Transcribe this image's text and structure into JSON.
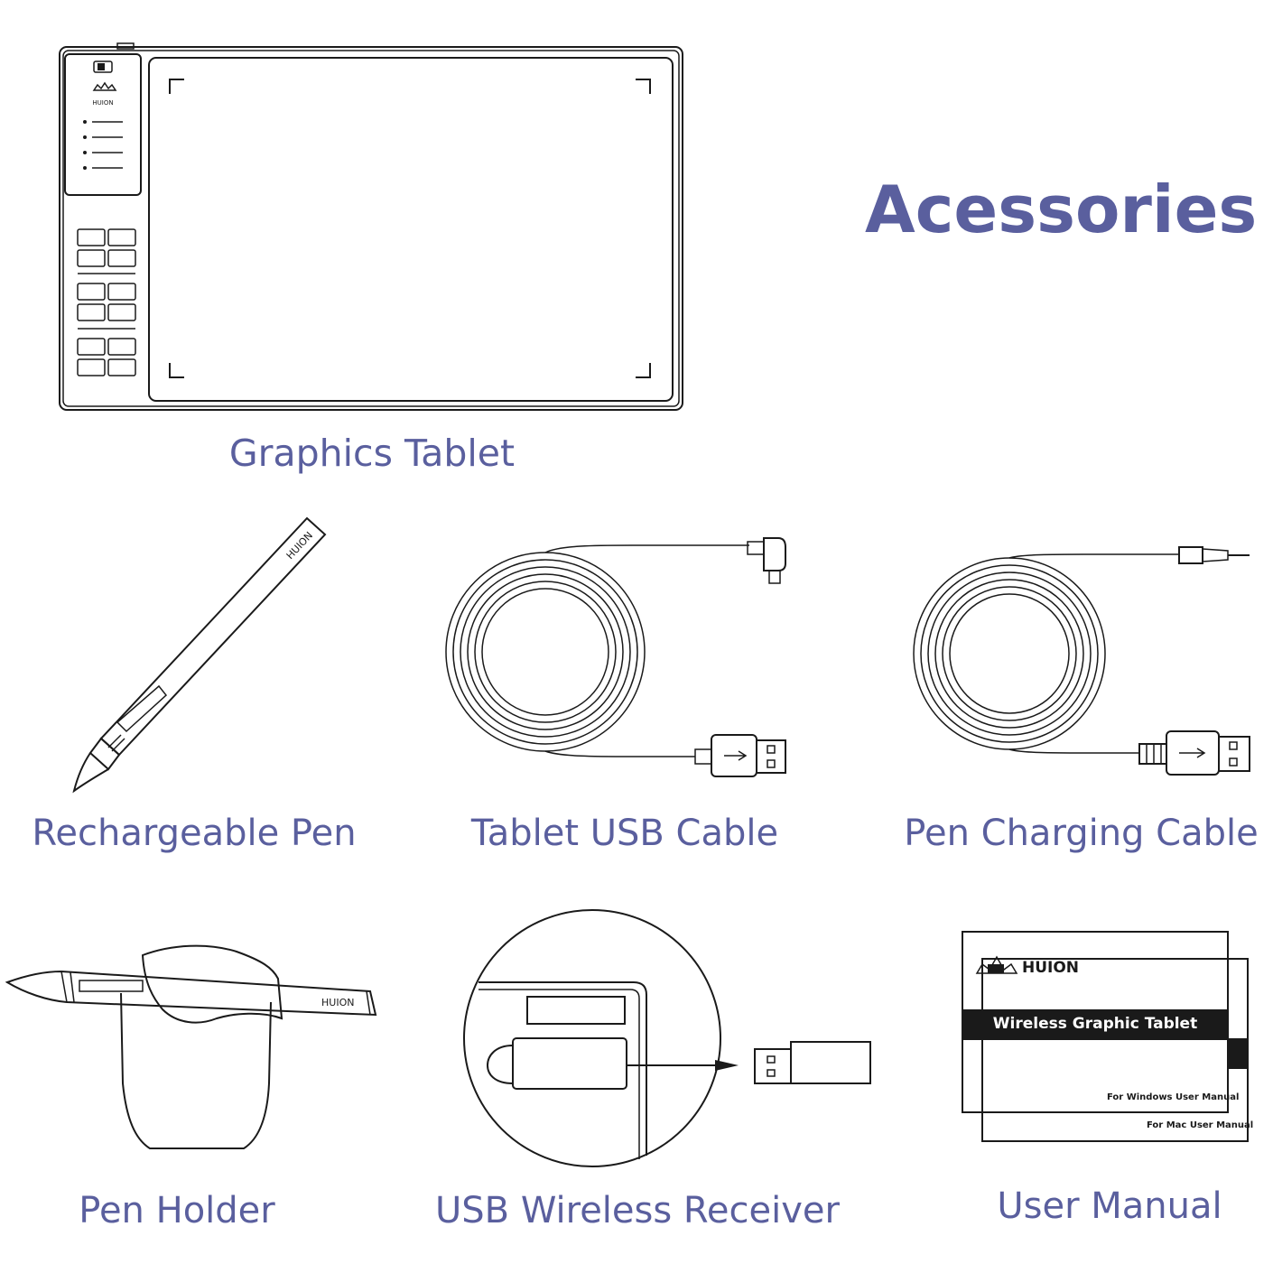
{
  "heading": "Acessories",
  "items": [
    {
      "label": "Graphics Tablet"
    },
    {
      "label": "Rechargeable Pen"
    },
    {
      "label": "Tablet USB Cable"
    },
    {
      "label": "Pen Charging Cable"
    },
    {
      "label": "Pen Holder"
    },
    {
      "label": "USB Wireless Receiver"
    },
    {
      "label": "User Manual"
    }
  ],
  "brand": "HUION",
  "manual": {
    "brand": "HUION",
    "title": "Wireless Graphic Tablet",
    "windows_note": "For Windows User Manual",
    "mac_note": "For Mac User Manual"
  },
  "colors": {
    "accent": "#5a5f9e",
    "ink": "#1a1a1a"
  }
}
